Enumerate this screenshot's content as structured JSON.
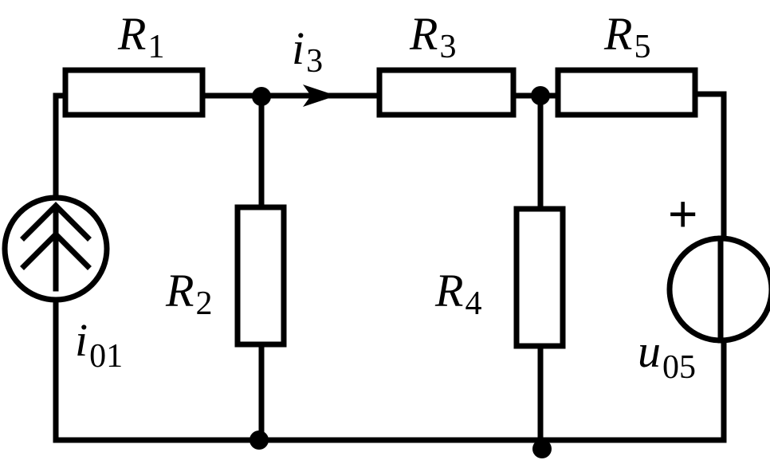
{
  "labels": {
    "r1": {
      "main": "R",
      "sub": "1"
    },
    "r2": {
      "main": "R",
      "sub": "2"
    },
    "r3": {
      "main": "R",
      "sub": "3"
    },
    "r4": {
      "main": "R",
      "sub": "4"
    },
    "r5": {
      "main": "R",
      "sub": "5"
    },
    "i3": {
      "main": "i",
      "sub": "3"
    },
    "i01": {
      "main": "i",
      "sub": "01"
    },
    "u05": {
      "main": "u",
      "sub": "05"
    },
    "plus": "+"
  }
}
